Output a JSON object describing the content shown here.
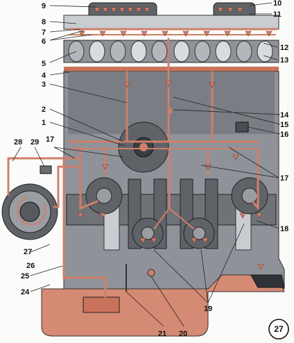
{
  "figure": {
    "number": "27",
    "callouts": [
      {
        "n": "1"
      },
      {
        "n": "2"
      },
      {
        "n": "3"
      },
      {
        "n": "4"
      },
      {
        "n": "5"
      },
      {
        "n": "6"
      },
      {
        "n": "7"
      },
      {
        "n": "8"
      },
      {
        "n": "9"
      },
      {
        "n": "10"
      },
      {
        "n": "11"
      },
      {
        "n": "12"
      },
      {
        "n": "13"
      },
      {
        "n": "14"
      },
      {
        "n": "15"
      },
      {
        "n": "16"
      },
      {
        "n": "17"
      },
      {
        "n": "17"
      },
      {
        "n": "17"
      },
      {
        "n": "18"
      },
      {
        "n": "19"
      },
      {
        "n": "20"
      },
      {
        "n": "21"
      },
      {
        "n": "24"
      },
      {
        "n": "25"
      },
      {
        "n": "26"
      },
      {
        "n": "27"
      },
      {
        "n": "28"
      },
      {
        "n": "29"
      }
    ]
  },
  "colors": {
    "oil": "#cf7f6a",
    "sump_oil": "#d58a74",
    "block": "#8f9399",
    "block_dark": "#5f6368",
    "head": "#b8bcc1"
  }
}
